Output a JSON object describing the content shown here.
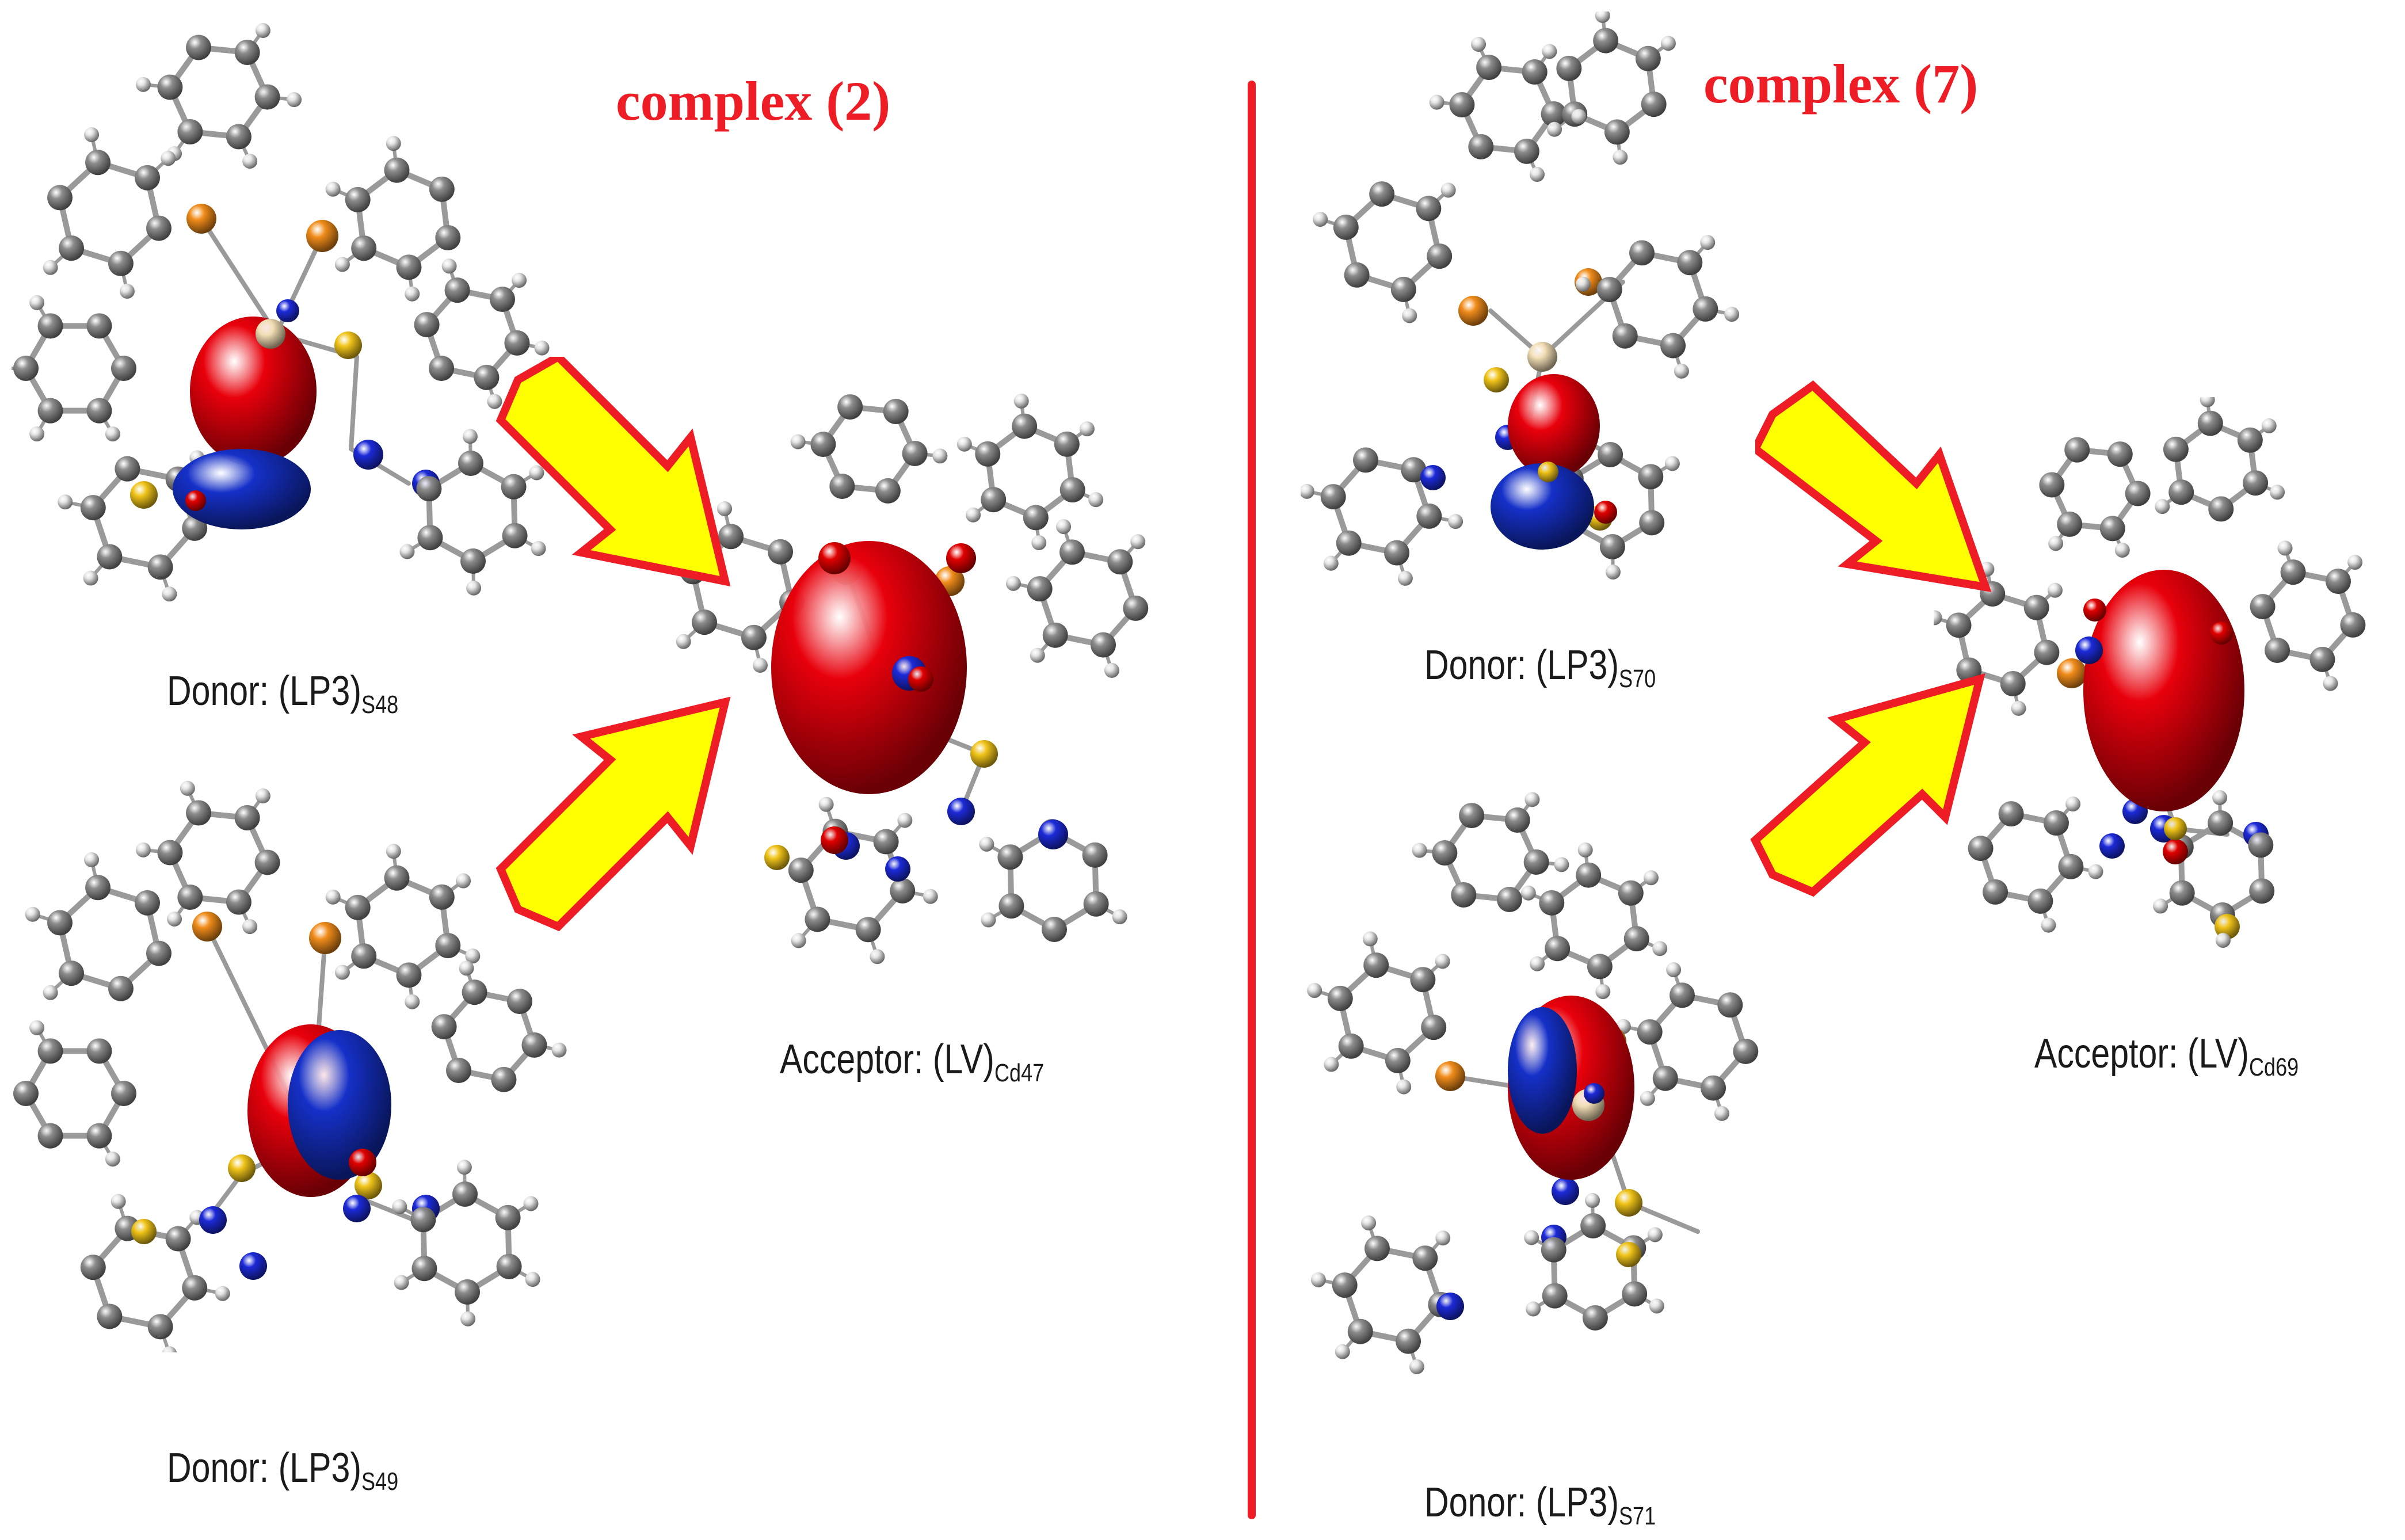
{
  "panels": [
    {
      "title": "complex (2)",
      "donors": [
        {
          "label": "Donor: (LP3)",
          "sub": "S48"
        },
        {
          "label": "Donor: (LP3)",
          "sub": "S49"
        }
      ],
      "acceptor": {
        "label": "Acceptor: (LV)",
        "sub": "Cd47"
      }
    },
    {
      "title": "complex (7)",
      "donors": [
        {
          "label": "Donor: (LP3)",
          "sub": "S70"
        },
        {
          "label": "Donor: (LP3)",
          "sub": "S71"
        }
      ],
      "acceptor": {
        "label": "Acceptor: (LV)",
        "sub": "Cd69"
      }
    }
  ],
  "colors": {
    "title": "#ee1c25",
    "divider": "#ee1c25",
    "arrow_fill": "#ffff00",
    "arrow_stroke": "#ee1c25",
    "lobe_positive": "#e8000b",
    "lobe_negative": "#1530c8",
    "carbon": "#8c8c8c",
    "hydrogen": "#e6e6e6",
    "nitrogen": "#1c2ad8",
    "sulfur": "#f0c419",
    "phosphorus": "#f08c1a",
    "oxygen": "#e00000",
    "cadmium": "#f2deb5"
  }
}
